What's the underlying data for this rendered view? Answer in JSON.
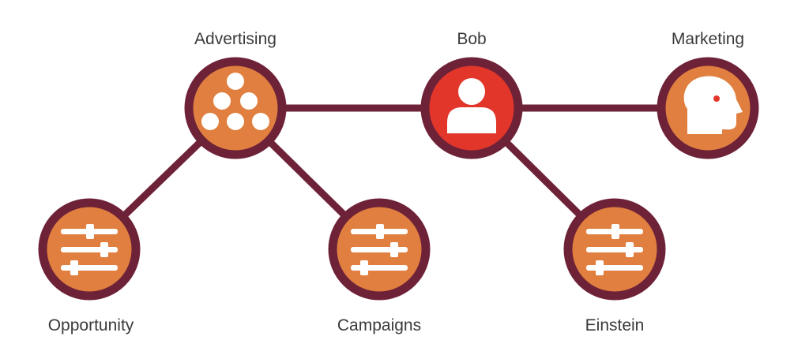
{
  "colors": {
    "edge": "#6e2238",
    "ring": "#6e2238",
    "node_fill": "#e07f3f",
    "center_fill": "#e2362b",
    "icon": "#ffffff",
    "label": "#3a3a3a"
  },
  "nodes": [
    {
      "id": "advertising",
      "label": "Advertising",
      "icon": "people-group-icon"
    },
    {
      "id": "bob",
      "label": "Bob",
      "icon": "person-icon"
    },
    {
      "id": "marketing",
      "label": "Marketing",
      "icon": "head-profile-icon"
    },
    {
      "id": "opportunity",
      "label": "Opportunity",
      "icon": "sliders-icon"
    },
    {
      "id": "campaigns",
      "label": "Campaigns",
      "icon": "sliders-icon"
    },
    {
      "id": "einstein",
      "label": "Einstein",
      "icon": "sliders-icon"
    }
  ],
  "edges": [
    {
      "from": "advertising",
      "to": "bob"
    },
    {
      "from": "bob",
      "to": "marketing"
    },
    {
      "from": "advertising",
      "to": "opportunity"
    },
    {
      "from": "advertising",
      "to": "campaigns"
    },
    {
      "from": "bob",
      "to": "einstein"
    }
  ]
}
